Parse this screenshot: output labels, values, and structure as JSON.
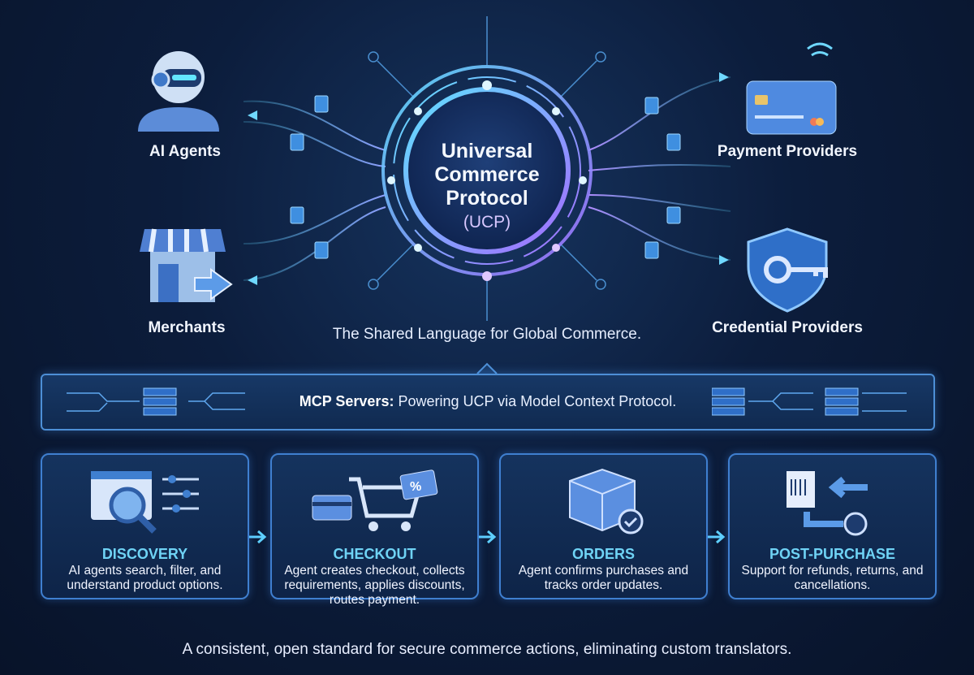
{
  "center": {
    "title_line1": "Universal",
    "title_line2": "Commerce",
    "title_line3": "Protocol",
    "abbr": "(UCP)"
  },
  "tagline": "The Shared Language for Global Commerce.",
  "actors": [
    {
      "label": "AI Agents",
      "icon": "robot-icon"
    },
    {
      "label": "Merchants",
      "icon": "storefront-icon"
    },
    {
      "label": "Payment Providers",
      "icon": "credit-card-icon"
    },
    {
      "label": "Credential Providers",
      "icon": "shield-key-icon"
    }
  ],
  "mcp": {
    "bold": "MCP Servers:",
    "text": " Powering UCP via Model Context Protocol."
  },
  "steps": [
    {
      "title": "DISCOVERY",
      "desc": "AI agents search, filter, and understand product options.",
      "icon": "search-product-icon"
    },
    {
      "title": "CHECKOUT",
      "desc": "Agent creates checkout, collects requirements, applies discounts, routes payment.",
      "icon": "cart-icon"
    },
    {
      "title": "ORDERS",
      "desc": "Agent confirms purchases and tracks order updates.",
      "icon": "package-icon"
    },
    {
      "title": "POST-PURCHASE",
      "desc": "Support for refunds, returns, and cancellations.",
      "icon": "return-icon"
    }
  ],
  "footer": "A consistent, open standard for secure commerce actions, eliminating custom translators.",
  "colors": {
    "accent_cyan": "#6fd3f5",
    "accent_purple": "#9b6cf0",
    "border_blue": "#3f7fd0",
    "background": "#0c1d3c"
  }
}
